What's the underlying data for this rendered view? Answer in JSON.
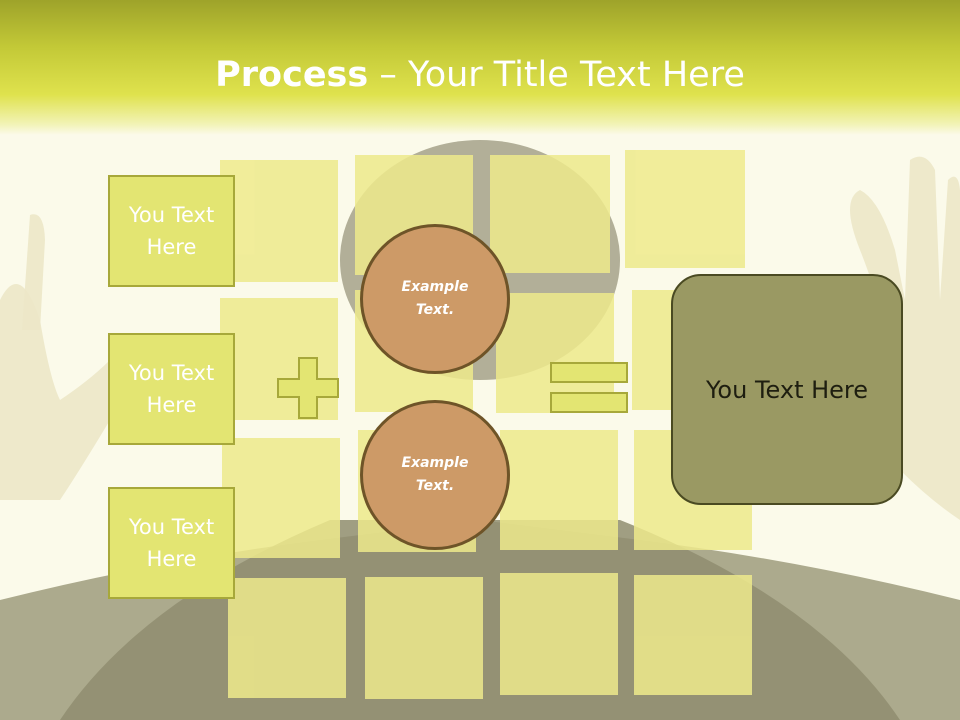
{
  "header": {
    "title_bold": "Process",
    "title_rest": " – Your Title Text Here"
  },
  "input_boxes": [
    {
      "label": "You Text Here"
    },
    {
      "label": "You Text Here"
    },
    {
      "label": "You Text Here"
    }
  ],
  "circles": [
    {
      "label": "Example Text."
    },
    {
      "label": "Example Text."
    }
  ],
  "result": {
    "label": "You Text Here"
  },
  "colors": {
    "header_accent": "#c3c937",
    "box_fill": "#e3e572",
    "circle_fill": "#cd9a67",
    "result_fill": "#9a9963"
  }
}
